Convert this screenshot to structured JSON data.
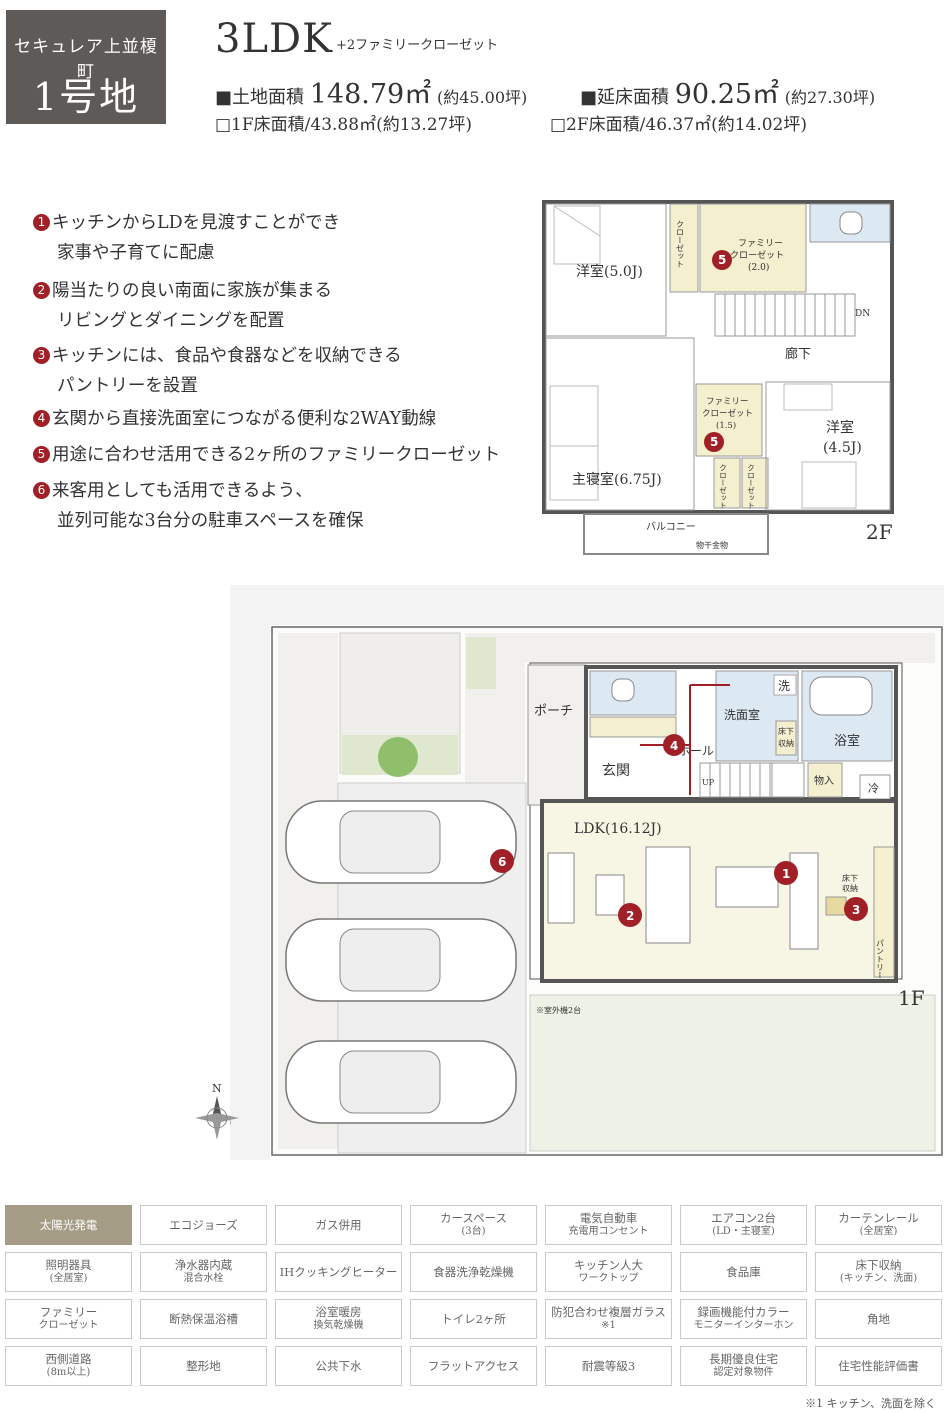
{
  "header": {
    "area_label": "セキュレア上並榎町",
    "lot_label": "1号地",
    "plan_type": "3LDK",
    "plan_subtitle": "+2ファミリークローゼット",
    "land_area_label": "■土地面積",
    "land_area_value": "148.79㎡",
    "land_area_tsubo": "(約45.00坪)",
    "floor_area_label": "■延床面積",
    "floor_area_value": "90.25㎡",
    "floor_area_tsubo": "(約27.30坪)",
    "f1_area": "□1F床面積/43.88㎡(約13.27坪)",
    "f2_area": "□2F床面積/46.37㎡(約14.02坪)"
  },
  "features": [
    {
      "num": "1",
      "line1": "キッチンからLDを見渡すことができ",
      "line2": "家事や子育てに配慮"
    },
    {
      "num": "2",
      "line1": "陽当たりの良い南面に家族が集まる",
      "line2": "リビングとダイニングを配置"
    },
    {
      "num": "3",
      "line1": "キッチンには、食品や食器などを収納できる",
      "line2": "パントリーを設置"
    },
    {
      "num": "4",
      "line1": "玄関から直接洗面室につながる便利な2WAY動線",
      "line2": ""
    },
    {
      "num": "5",
      "line1": "用途に合わせ活用できる2ヶ所のファミリークローゼット",
      "line2": ""
    },
    {
      "num": "6",
      "line1": "来客用としても活用できるよう、",
      "line2": "並列可能な3台分の駐車スペースを確保"
    }
  ],
  "plan2f": {
    "floor_label": "2F",
    "room_western1": "洋室(5.0J)",
    "closet_a": "クローゼット",
    "family_closet1_l1": "ファミリー",
    "family_closet1_l2": "クローゼット",
    "family_closet1_l3": "(2.0)",
    "dn": "DN",
    "corridor": "廊下",
    "master_bedroom": "主寝室(6.75J)",
    "family_closet2_l1": "ファミリー",
    "family_closet2_l2": "クローゼット",
    "family_closet2_l3": "(1.5)",
    "room_western2_l1": "洋室",
    "room_western2_l2": "(4.5J)",
    "closet_b": "クローゼット",
    "closet_c": "クローゼット",
    "balcony": "バルコニー",
    "laundry": "物干金物",
    "badge5": "5"
  },
  "plan1f": {
    "floor_label": "1F",
    "porch": "ポーチ",
    "entrance": "玄関",
    "hall": "ホール",
    "washroom": "洗面室",
    "wash": "洗",
    "underfloor_storage_l1": "床下",
    "underfloor_storage_l2": "収納",
    "bathroom": "浴室",
    "storage": "物入",
    "fridge": "冷",
    "up": "UP",
    "ldk": "LDK(16.12J)",
    "kitchen_storage_l1": "床下",
    "kitchen_storage_l2": "収納",
    "pantry": "パントリー",
    "outdoor_units": "※室外機2台",
    "north": "N",
    "badges": [
      "1",
      "2",
      "3",
      "4",
      "6"
    ]
  },
  "amenities": [
    {
      "label": "太陽光発電",
      "sub": "",
      "active": true
    },
    {
      "label": "エコジョーズ",
      "sub": "",
      "active": false
    },
    {
      "label": "ガス併用",
      "sub": "",
      "active": false
    },
    {
      "label": "カースペース",
      "sub": "(3台)",
      "active": false
    },
    {
      "label": "電気自動車",
      "sub": "充電用コンセント",
      "active": false
    },
    {
      "label": "エアコン2台",
      "sub": "(LD・主寝室)",
      "active": false
    },
    {
      "label": "カーテンレール",
      "sub": "(全居室)",
      "active": false
    },
    {
      "label": "照明器具",
      "sub": "(全居室)",
      "active": false
    },
    {
      "label": "浄水器内蔵",
      "sub": "混合水栓",
      "active": false
    },
    {
      "label": "IHクッキングヒーター",
      "sub": "",
      "active": false
    },
    {
      "label": "食器洗浄乾燥機",
      "sub": "",
      "active": false
    },
    {
      "label": "キッチン人大",
      "sub": "ワークトップ",
      "active": false
    },
    {
      "label": "食品庫",
      "sub": "",
      "active": false
    },
    {
      "label": "床下収納",
      "sub": "(キッチン、洗面)",
      "active": false
    },
    {
      "label": "ファミリー",
      "sub": "クローゼット",
      "active": false
    },
    {
      "label": "断熱保温浴槽",
      "sub": "",
      "active": false
    },
    {
      "label": "浴室暖房",
      "sub": "換気乾燥機",
      "active": false
    },
    {
      "label": "トイレ2ヶ所",
      "sub": "",
      "active": false
    },
    {
      "label": "防犯合わせ複層ガラス",
      "sub": "※1",
      "active": false
    },
    {
      "label": "録画機能付カラー",
      "sub": "モニターインターホン",
      "active": false
    },
    {
      "label": "角地",
      "sub": "",
      "active": false
    },
    {
      "label": "西側道路",
      "sub": "(8m以上)",
      "active": false
    },
    {
      "label": "整形地",
      "sub": "",
      "active": false
    },
    {
      "label": "公共下水",
      "sub": "",
      "active": false
    },
    {
      "label": "フラットアクセス",
      "sub": "",
      "active": false
    },
    {
      "label": "耐震等級3",
      "sub": "",
      "active": false
    },
    {
      "label": "長期優良住宅",
      "sub": "認定対象物件",
      "active": false
    },
    {
      "label": "住宅性能評価書",
      "sub": "",
      "active": false
    }
  ],
  "footnote": "※1 キッチン、洗面を除く",
  "colors": {
    "accent_red": "#a11f26",
    "header_gray": "#5e5a58",
    "amenity_active": "#a59c86",
    "lawn": "#eef2e6",
    "ldk_floor": "#f7f6e4"
  }
}
